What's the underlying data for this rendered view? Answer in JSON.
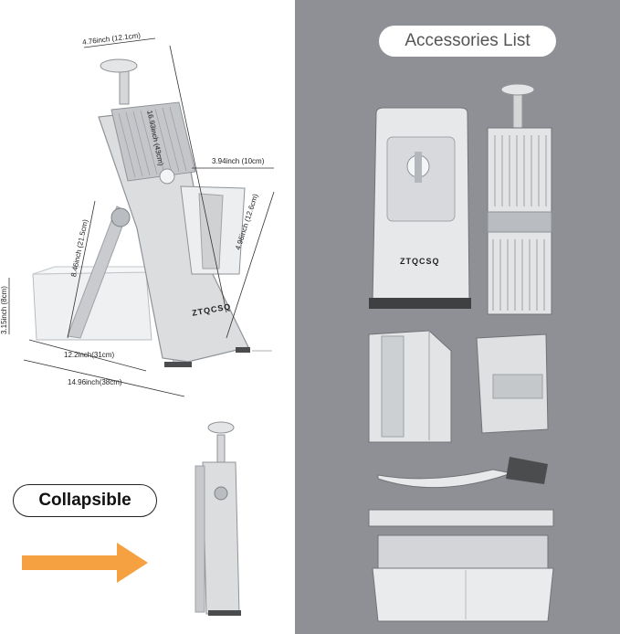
{
  "panels": {
    "accessories_title": "Accessories List",
    "collapsible_label": "Collapsible"
  },
  "dimensions": {
    "width_top": "4.76inch (12.1cm)",
    "height_total": "16.93inch (43cm)",
    "cup_width": "3.94inch (10cm)",
    "cup_height": "4.96inch (12.6cm)",
    "leg_height": "8.46inch (21.5cm)",
    "container_height": "3.15inch (8cm)",
    "depth_inner": "12.2inch(31cm)",
    "depth_total": "14.96inch(38cm)"
  },
  "brand": {
    "logo_text": "ZTQCSQ"
  },
  "colors": {
    "right_panel_bg": "#8f9096",
    "arrow": "#f5a142",
    "device_silver": "#d9d9db"
  }
}
